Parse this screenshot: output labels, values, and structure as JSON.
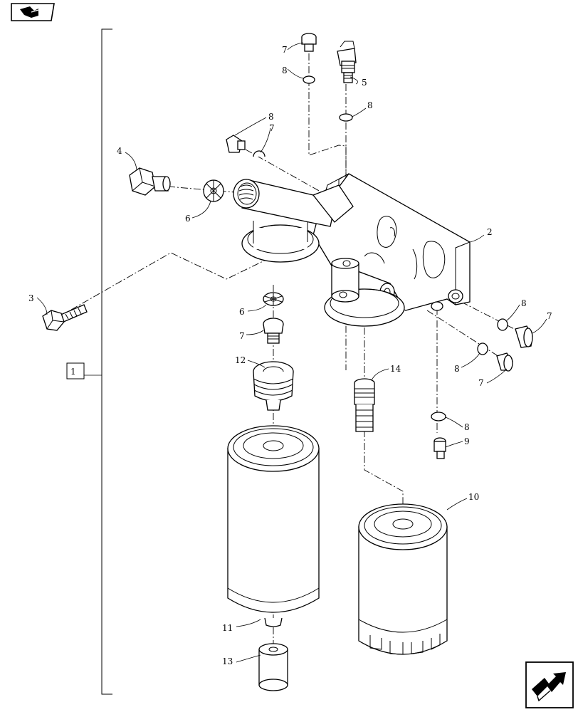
{
  "labels": {
    "p1": "1",
    "p2": "2",
    "p3": "3",
    "p4": "4",
    "p5": "5",
    "p6a": "6",
    "p6b": "6",
    "p7a": "7",
    "p7b": "7",
    "p7c": "7",
    "p7d": "7",
    "p7e": "7",
    "p8a": "8",
    "p8b": "8",
    "p8c": "8",
    "p8d": "8",
    "p8e": "8",
    "p8f": "8",
    "p9": "9",
    "p10": "10",
    "p11": "11",
    "p12": "12",
    "p13": "13",
    "p14": "14"
  },
  "icons": {
    "top_left": "book-icon",
    "bottom_right": "next-page-arrow-icon"
  }
}
